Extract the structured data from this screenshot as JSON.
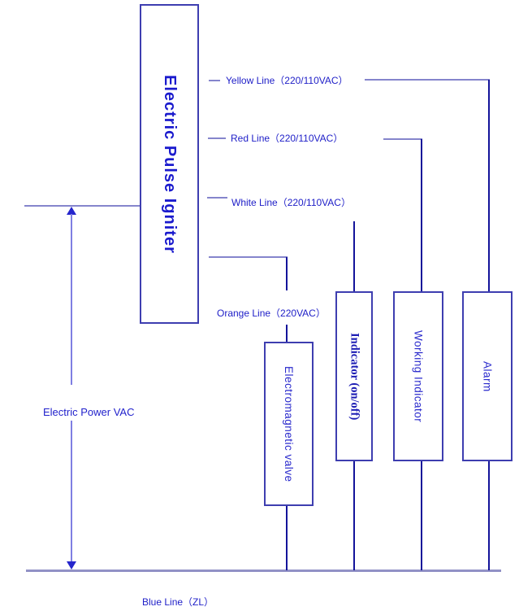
{
  "diagram": {
    "title": "Electric Pulse Igniter",
    "power_label": "Electric Power VAC",
    "wires": {
      "yellow": {
        "label": "Yellow Line（220/110VAC）"
      },
      "red": {
        "label": "Red Line（220/110VAC）"
      },
      "white": {
        "label": "White Line（220/110VAC）"
      },
      "orange": {
        "label": "Orange Line（220VAC）"
      },
      "blue": {
        "label": "Blue Line（ZL）"
      }
    },
    "components": {
      "valve": {
        "label": "Electromagnetic valve"
      },
      "indicator_onoff": {
        "label": "Indicator (on/off)"
      },
      "working_indicator": {
        "label": "Working Indicator"
      },
      "alarm": {
        "label": "Alarm"
      }
    },
    "colors": {
      "text_blue": "#2222cc",
      "title_blue": "#1a1acd",
      "box_border": "#3e3eb0",
      "horizontal_wire": "#8585cc",
      "vertical_wire": "#14149a",
      "arrow_line": "#7f7fe2",
      "arrowhead": "#2525cc",
      "bus_line": "#9191c6"
    }
  }
}
